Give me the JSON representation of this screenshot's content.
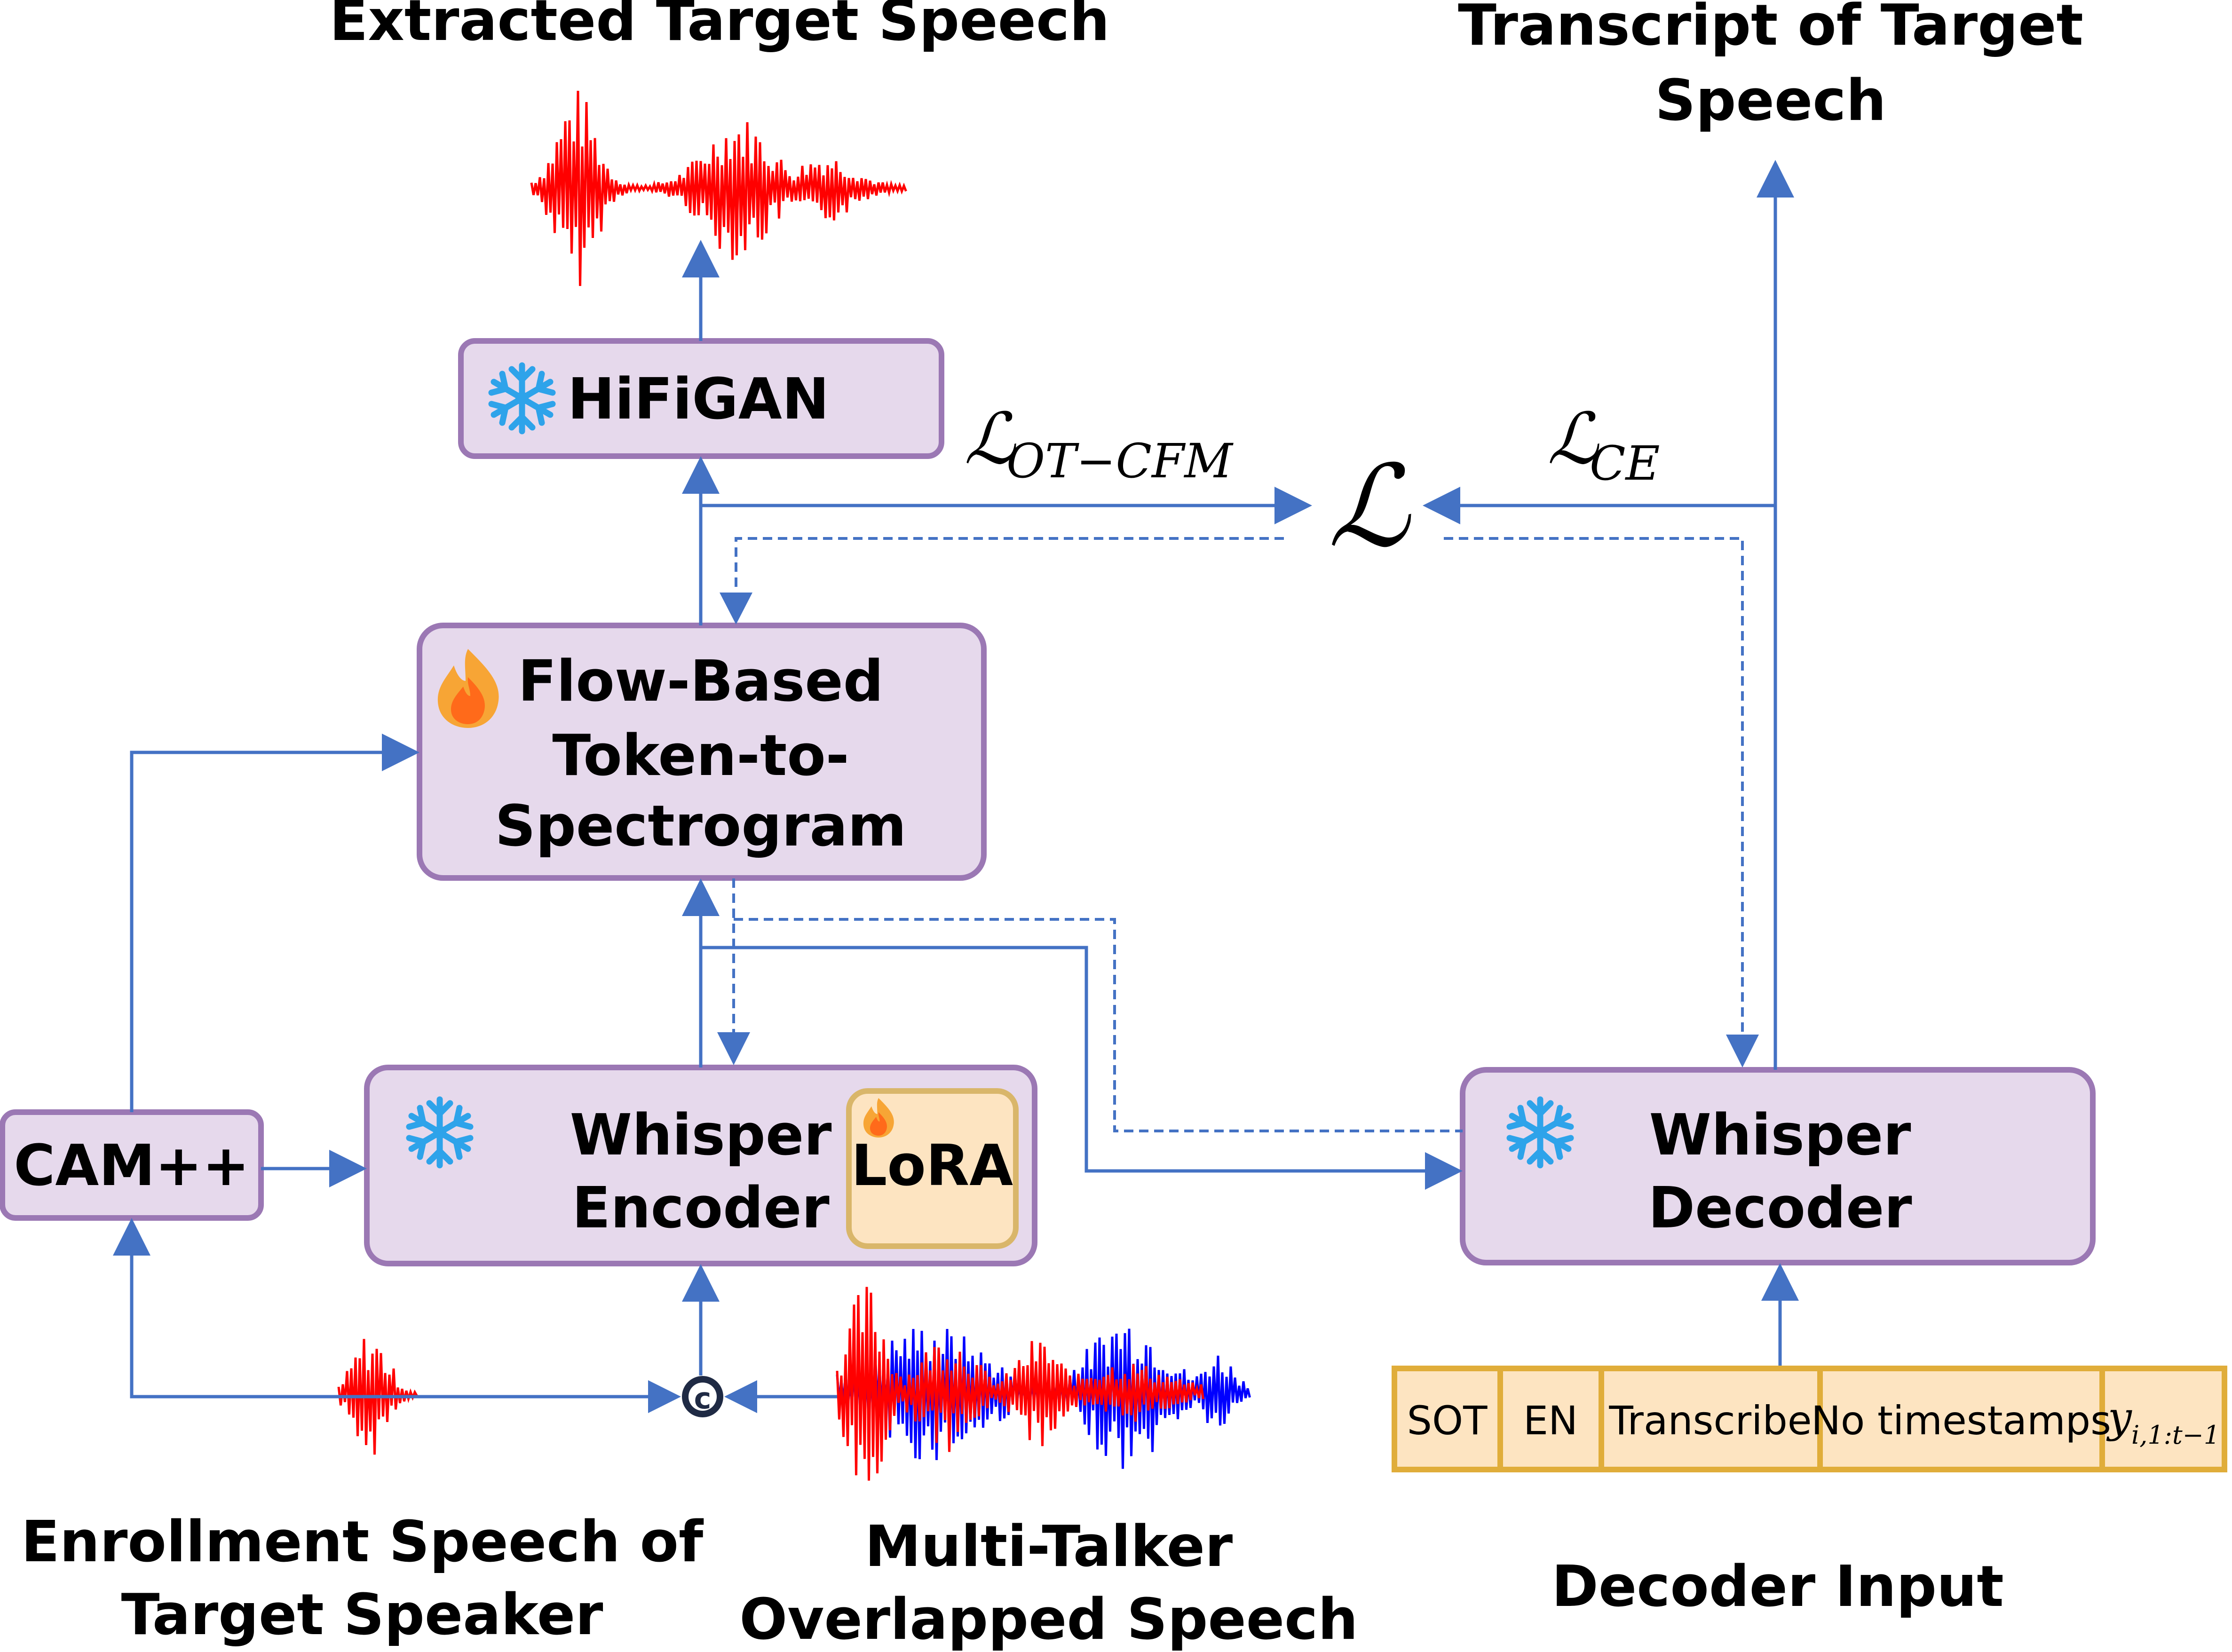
{
  "labels": {
    "extracted_target_speech": "Extracted Target Speech",
    "transcript_line1": "Transcript of Target",
    "transcript_line2": "Speech",
    "enrollment_line1": "Enrollment Speech of",
    "enrollment_line2": "Target Speaker",
    "multitalker_line1": "Multi-Talker",
    "multitalker_line2": "Overlapped Speech",
    "decoder_input": "Decoder Input"
  },
  "boxes": {
    "hifigan": "HiFiGAN",
    "flow_line1": "Flow-Based",
    "flow_line2": "Token-to-",
    "flow_line3": "Spectrogram",
    "encoder_line1": "Whisper",
    "encoder_line2": "Encoder",
    "lora": "LoRA",
    "campp": "CAM++",
    "decoder_line1": "Whisper",
    "decoder_line2": "Decoder"
  },
  "loss": {
    "total_symbol": "ℒ",
    "ot_cfm_symbol": "ℒ",
    "ot_cfm_subscript": "OT−CFM",
    "ce_symbol": "ℒ",
    "ce_subscript": "CE"
  },
  "concat_symbol": "c",
  "decoder_tokens": [
    "SOT",
    "EN",
    "Transcribe",
    "No timestamps"
  ],
  "decoder_last_token": {
    "base": "y",
    "subscript": "i,1:t−1"
  },
  "icons": {
    "frozen": "snowflake-icon",
    "trainable": "flame-icon"
  },
  "colors": {
    "box_fill": "#e6d9ec",
    "box_stroke": "#9b78b4",
    "arrow": "#4472c4",
    "target_wave": "#ff0000",
    "interferer_wave": "#0000ff",
    "token_fill": "#fde4c1",
    "token_stroke": "#e0ad3a",
    "snowflake": "#2ea3ea",
    "flame": "#f7a535"
  }
}
